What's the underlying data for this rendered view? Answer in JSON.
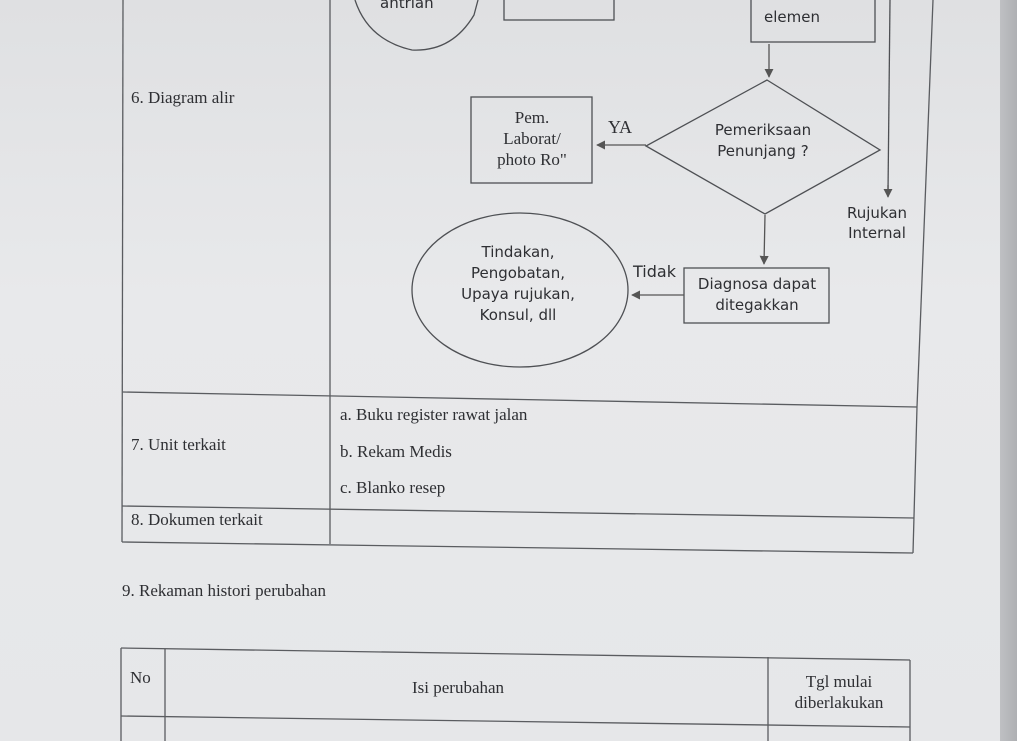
{
  "rows": {
    "diagram_label": "6. Diagram alir",
    "unit_label": "7. Unit terkait",
    "unit_items": [
      "a. Buku register rawat jalan",
      "b. Rekam Medis",
      "c. Blanko resep"
    ],
    "docs_label": "8. Dokumen  terkait"
  },
  "flowchart": {
    "top_ellipse": "antrian",
    "top_right_box": "elemen",
    "lab_box": [
      "Pem.",
      "Laborat/",
      "photo Ro\""
    ],
    "ya": "YA",
    "decision": [
      "Pemeriksaan",
      "Penunjang ?"
    ],
    "referral": [
      "Rujukan",
      "Internal"
    ],
    "treatment": [
      "Tindakan,",
      "Pengobatan,",
      "Upaya rujukan,",
      "Konsul, dll"
    ],
    "tidak": "Tidak",
    "diagnosis": [
      "Diagnosa dapat",
      "ditegakkan"
    ]
  },
  "history": {
    "title": "9. Rekaman histori perubahan",
    "col_no": "No",
    "col_change": "Isi perubahan",
    "col_date": [
      "Tgl mulai",
      "diberlakukan"
    ]
  }
}
